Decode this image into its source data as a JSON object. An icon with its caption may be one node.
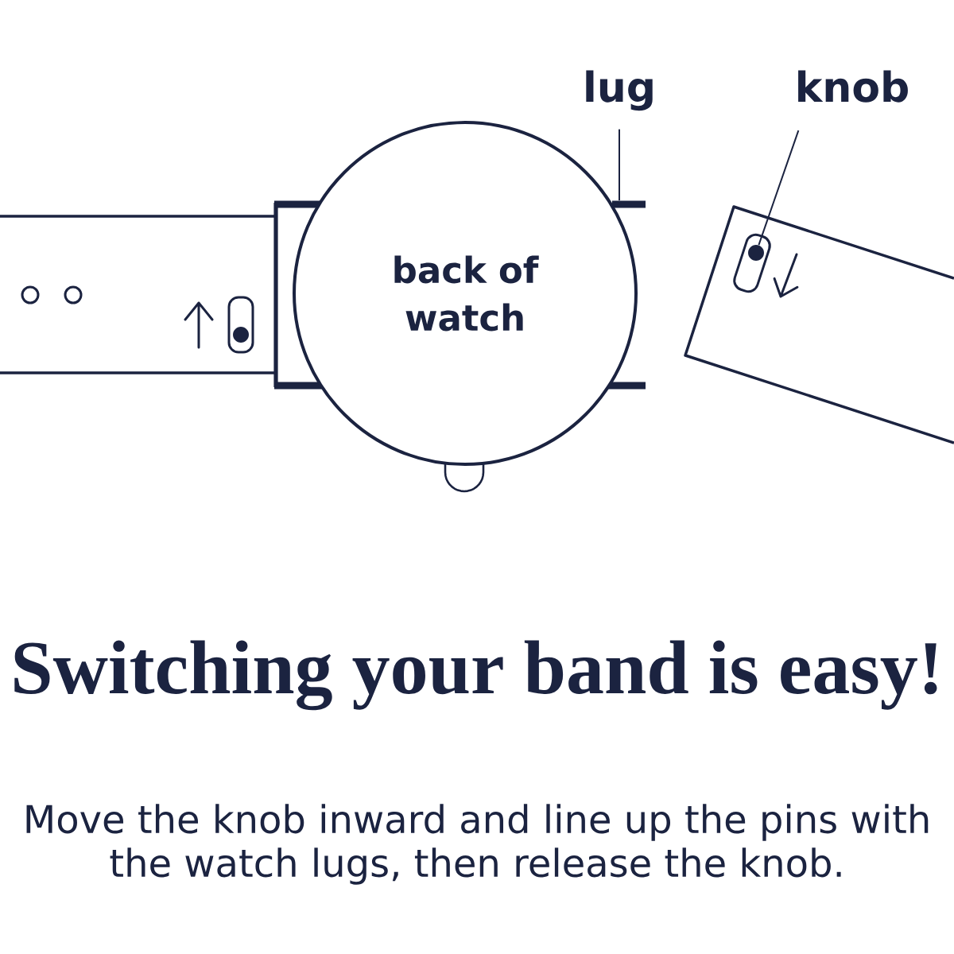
{
  "diagram": {
    "title": "Switching your band is easy!",
    "caption": "Move the knob inward and line up the pins with the watch lugs, then release the knob.",
    "nodes": [
      {
        "text": [
          "back of watch"
        ]
      },
      {
        "text": [
          "lug"
        ]
      },
      {
        "text": [],
        "shape": "bar"
      },
      {
        "text": [
          "knob"
        ]
      },
      {
        "text": [],
        "shape": "circle"
      },
      {
        "text": [],
        "shape": "circle"
      }
    ],
    "edges": [
      {
        "from": 1,
        "to": 2,
        "arrow": "none"
      },
      {
        "from": 3,
        "to": 4,
        "arrow": "none"
      }
    ]
  }
}
